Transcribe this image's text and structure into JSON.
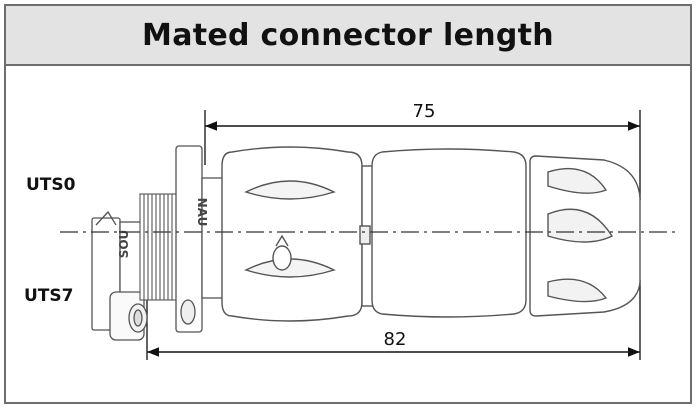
{
  "title": "Mated connector length",
  "labels": {
    "upper_model": "UTS0",
    "lower_model": "UTS7"
  },
  "dimensions": {
    "upper": "75",
    "lower": "82"
  },
  "part_markings": {
    "nut_text": "NAU",
    "flange_text": "SOU"
  }
}
